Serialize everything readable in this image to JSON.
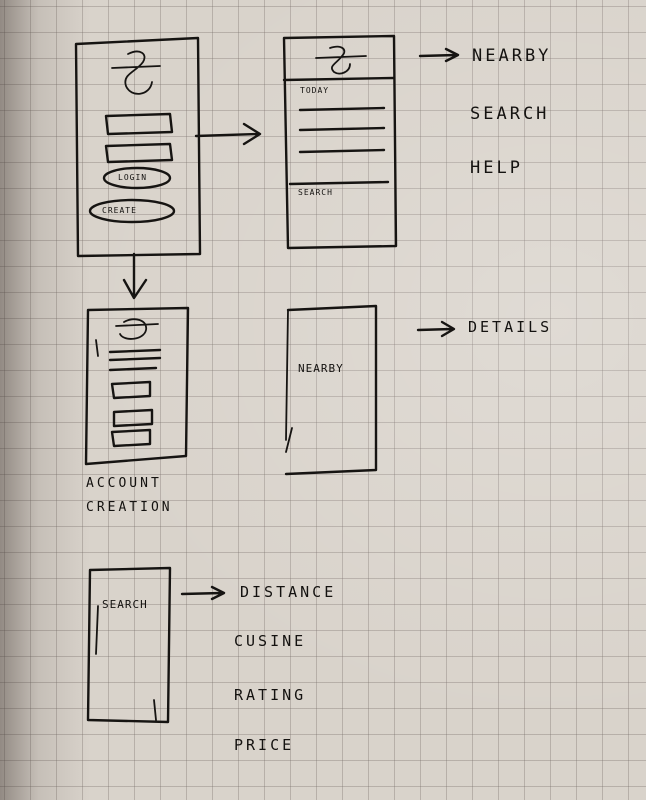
{
  "login_screen": {
    "button_login": "LOGIN",
    "button_create": "CREATE"
  },
  "home_screen": {
    "section_today": "TODAY",
    "section_search": "SEARCH"
  },
  "home_links": [
    "NEARBY",
    "SEARCH",
    "HELP"
  ],
  "account_caption": {
    "line1": "ACCOUNT",
    "line2": "CREATION"
  },
  "nearby_screen": {
    "title": "NEARBY"
  },
  "nearby_links": [
    "DETAILS"
  ],
  "search_screen": {
    "title": "SEARCH"
  },
  "search_links": [
    "DISTANCE",
    "CUSINE",
    "RATING",
    "PRICE"
  ],
  "colors": {
    "ink": "#161412",
    "paper": "#d9d3cb",
    "grid": "#786e69"
  }
}
